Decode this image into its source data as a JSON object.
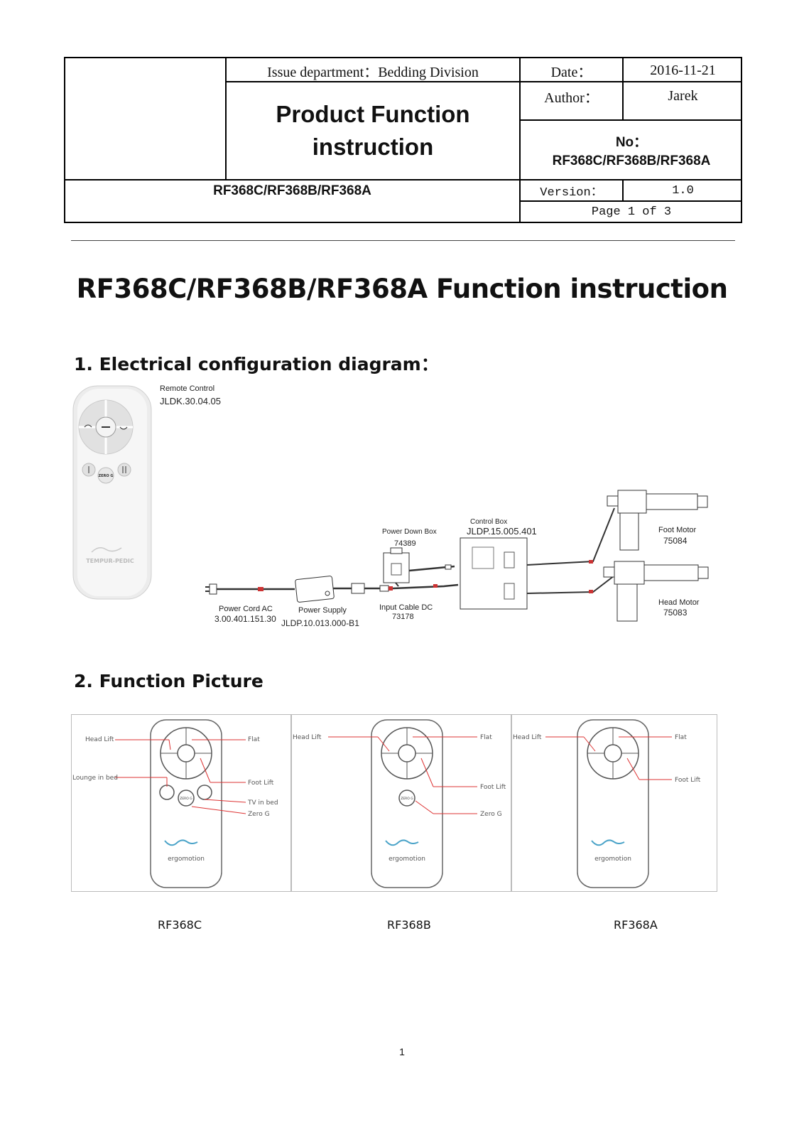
{
  "header": {
    "issue_department": "Issue department：Bedding Division",
    "date_label": "Date：",
    "date_value": "2016-11-21",
    "author_label": "Author：",
    "author_value": "Jarek",
    "title_line1": "Product Function",
    "title_line2": "instruction",
    "no_label": "No：",
    "no_value": "RF368C/RF368B/RF368A",
    "model": "RF368C/RF368B/RF368A",
    "version_label": "Version：",
    "version_value": "1.0",
    "page_info": "Page 1 of 3"
  },
  "doc_title": "RF368C/RF368B/RF368A Function instruction",
  "sections": {
    "s1": "1.  Electrical configuration diagram：",
    "s2": "2.  Function Picture"
  },
  "diagram": {
    "remote_title": "Remote Control",
    "remote_code": "JLDK.30.04.05",
    "remote_brand": "TEMPUR-PEDIC",
    "remote_zero": "ZERO G",
    "control_box_title": "Control Box",
    "control_box_code": "JLDP.15.005.401",
    "power_down_title": "Power Down Box",
    "power_down_code": "74389",
    "foot_motor_title": "Foot Motor",
    "foot_motor_code": "75084",
    "head_motor_title": "Head  Motor",
    "head_motor_code": "75083",
    "power_cord_title": "Power Cord AC",
    "power_cord_code": "3.00.401.151.30",
    "power_supply_title": "Power Supply",
    "power_supply_code": "JLDP.10.013.000-B1",
    "input_cable_title": "Input Cable DC",
    "input_cable_code": "73178"
  },
  "remotes": [
    {
      "caption": "RF368C",
      "brand": "ergomotion",
      "zero": "ZERO G",
      "labels": {
        "head_lift": "Head Lift",
        "lounge": "Lounge in bed",
        "flat": "Flat",
        "foot_lift": "Foot Lift",
        "tv": "TV in bed",
        "zero_g": "Zero G"
      }
    },
    {
      "caption": "RF368B",
      "brand": "ergomotion",
      "zero": "ZERO G",
      "labels": {
        "head_lift": "Head Lift",
        "flat": "Flat",
        "foot_lift": "Foot Lift",
        "zero_g": "Zero G"
      }
    },
    {
      "caption": "RF368A",
      "brand": "ergomotion",
      "labels": {
        "head_lift": "Head Lift",
        "flat": "Flat",
        "foot_lift": "Foot Lift"
      }
    }
  ],
  "page_number": "1"
}
